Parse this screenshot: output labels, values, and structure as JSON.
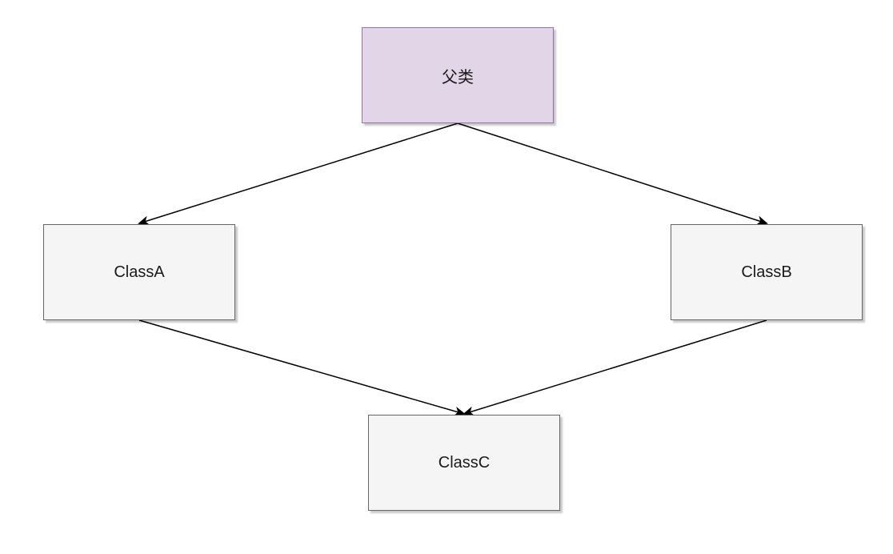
{
  "diagram": {
    "type": "class-inheritance",
    "nodes": [
      {
        "id": "parent",
        "label": "父类",
        "fill": "#e1d5e7",
        "stroke": "#9673a6"
      },
      {
        "id": "a",
        "label": "ClassA",
        "fill": "#f5f5f5",
        "stroke": "#666666"
      },
      {
        "id": "b",
        "label": "ClassB",
        "fill": "#f5f5f5",
        "stroke": "#666666"
      },
      {
        "id": "c",
        "label": "ClassC",
        "fill": "#f5f5f5",
        "stroke": "#666666"
      }
    ],
    "edges": [
      {
        "from": "parent",
        "to": "a"
      },
      {
        "from": "parent",
        "to": "b"
      },
      {
        "from": "a",
        "to": "c"
      },
      {
        "from": "b",
        "to": "c"
      }
    ],
    "edge_color": "#000000"
  }
}
